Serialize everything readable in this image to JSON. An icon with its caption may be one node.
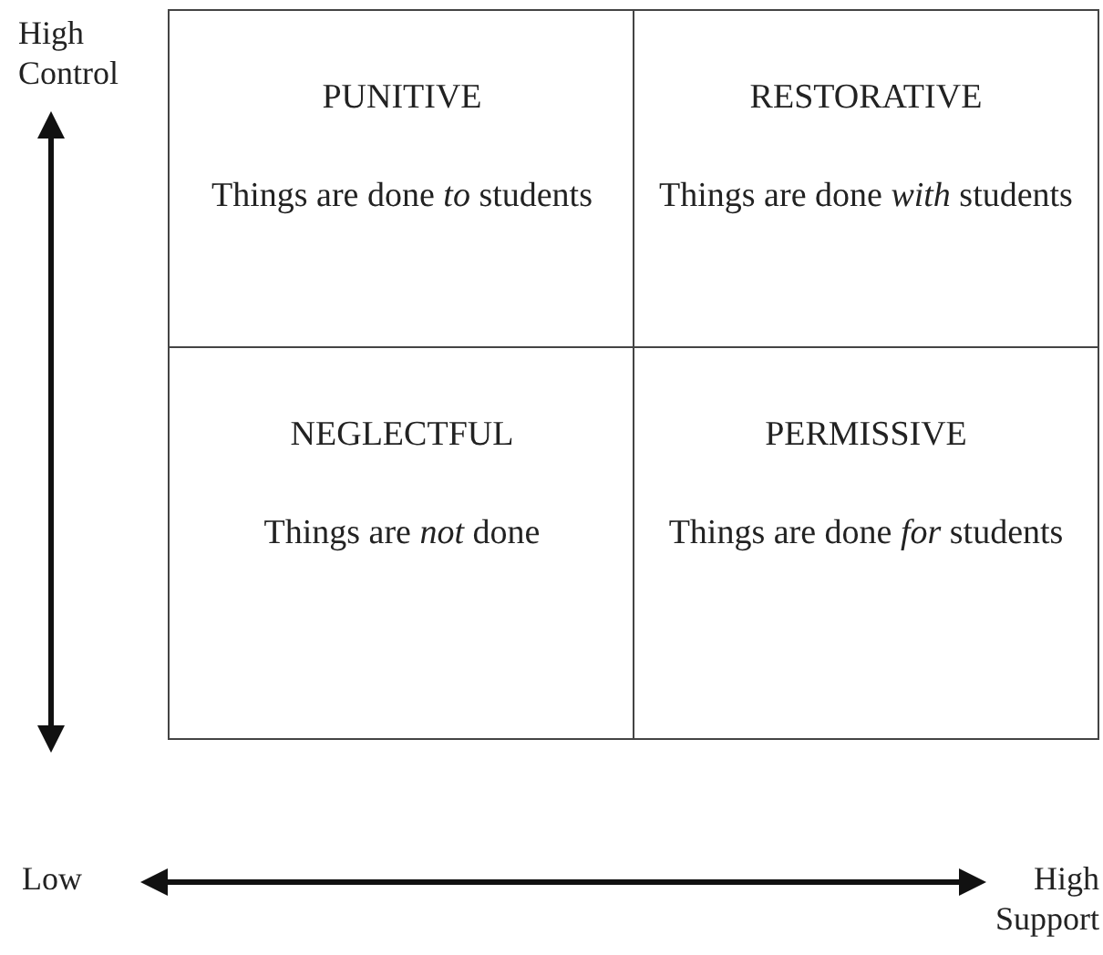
{
  "diagram": {
    "nodes": [
      {
        "text": [
          "PUNITIVE",
          "Things are done *to* students"
        ]
      },
      {
        "text": [
          "RESTORATIVE",
          "Things are done *with* students"
        ]
      },
      {
        "text": [
          "NEGLECTFUL",
          "Things are *not* done"
        ]
      },
      {
        "text": [
          "PERMISSIVE",
          "Things are done *for* students"
        ]
      }
    ],
    "edges": [],
    "labels": [
      "High Control",
      "Low",
      "High Support"
    ]
  }
}
